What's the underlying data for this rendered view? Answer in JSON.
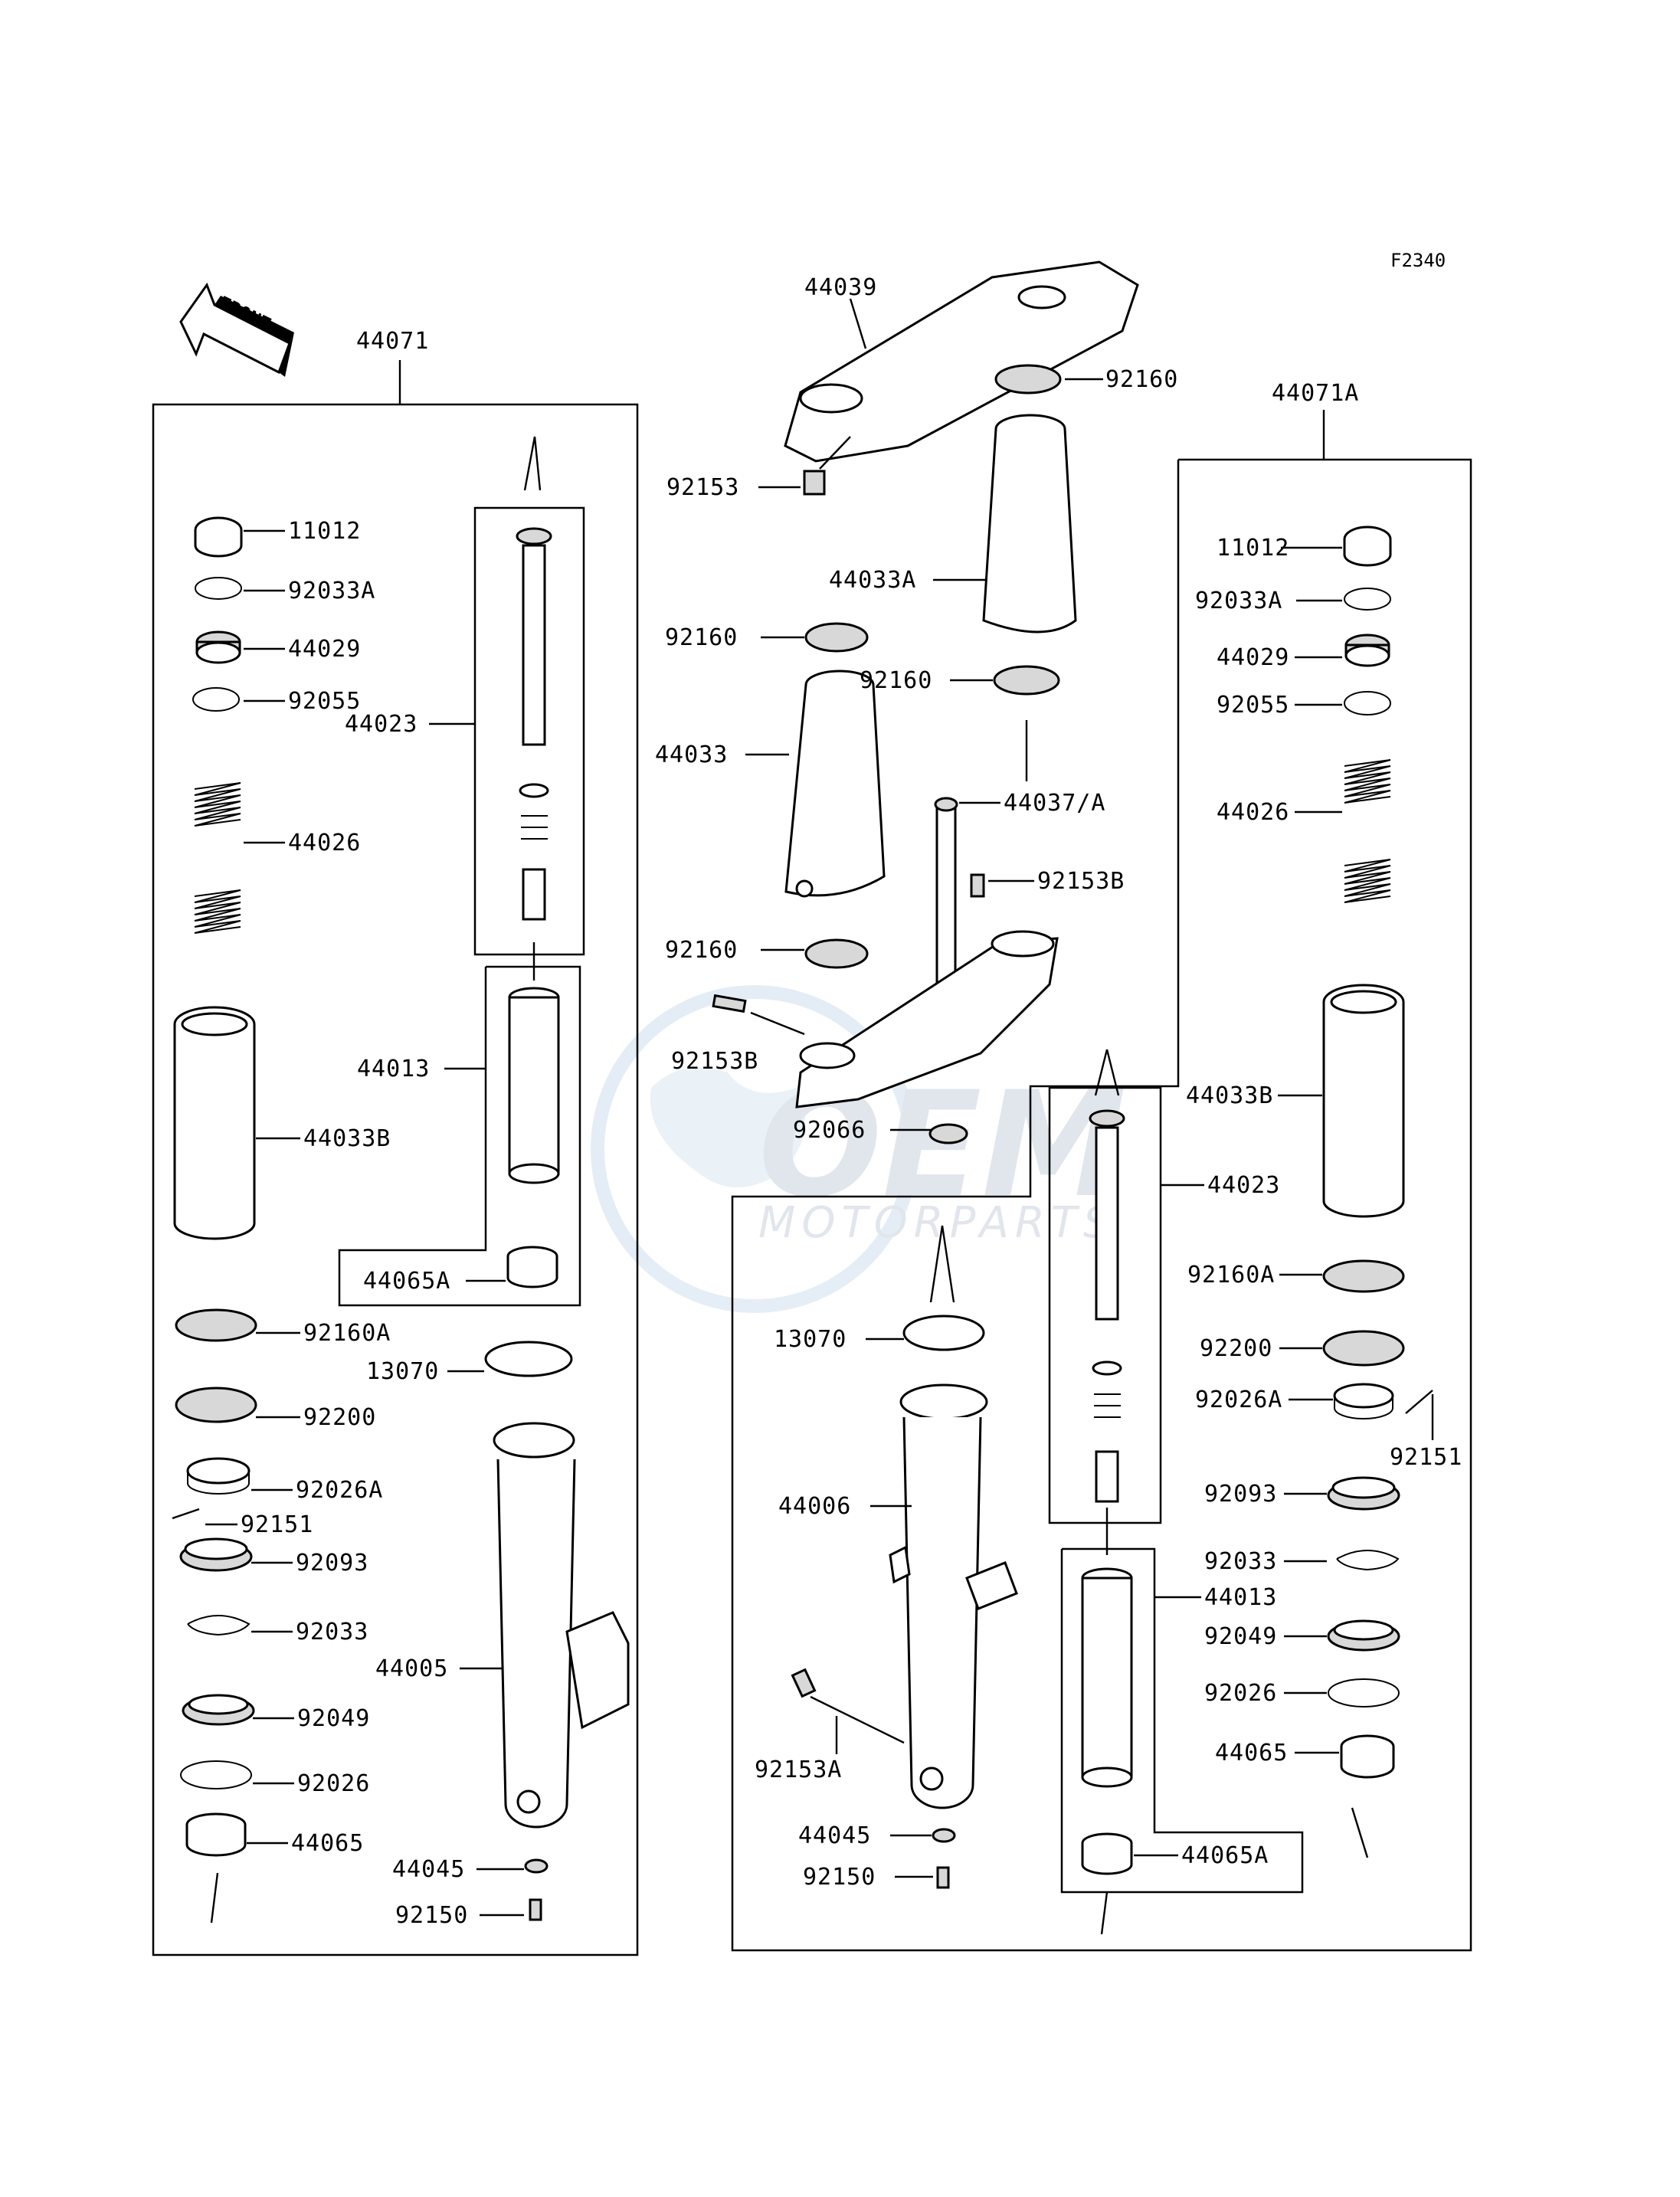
{
  "diagram_code": "F2340",
  "direction_label": "FRONT",
  "watermark": {
    "brand": "OEM",
    "sub": "MOTORPARTS"
  },
  "groups": {
    "left_fork": "44071",
    "right_fork": "44071A"
  },
  "labels": {
    "l_11012": "11012",
    "l_92033A": "92033A",
    "l_44029": "44029",
    "l_92055": "92055",
    "l_44023": "44023",
    "l_44026": "44026",
    "l_44013": "44013",
    "l_44033B": "44033B",
    "l_44065A": "44065A",
    "l_92160A": "92160A",
    "l_13070": "13070",
    "l_92200": "92200",
    "l_92026A": "92026A",
    "l_92151": "92151",
    "l_92093": "92093",
    "l_92033": "92033",
    "l_44005": "44005",
    "l_92049": "92049",
    "l_92026": "92026",
    "l_44065": "44065",
    "l_44045": "44045",
    "l_92150": "92150",
    "c_44039": "44039",
    "c_92160a": "92160",
    "c_92153": "92153",
    "c_44033A": "44033A",
    "c_92160b": "92160",
    "c_92160c": "92160",
    "c_44033": "44033",
    "c_44037A": "44037/A",
    "c_92153Ba": "92153B",
    "c_92160d": "92160",
    "c_92153Bb": "92153B",
    "c_92066": "92066",
    "r_11012": "11012",
    "r_92033A": "92033A",
    "r_44029": "44029",
    "r_92055": "92055",
    "r_44026": "44026",
    "r_44033B": "44033B",
    "r_44023": "44023",
    "r_92160A": "92160A",
    "r_92200": "92200",
    "r_92026A": "92026A",
    "r_92151": "92151",
    "r_92093": "92093",
    "r_92033": "92033",
    "r_44013": "44013",
    "r_92049": "92049",
    "r_92026": "92026",
    "r_44065": "44065",
    "r_44065A": "44065A",
    "m_13070": "13070",
    "m_44006": "44006",
    "m_92153A": "92153A",
    "m_44045": "44045",
    "m_92150": "92150"
  }
}
